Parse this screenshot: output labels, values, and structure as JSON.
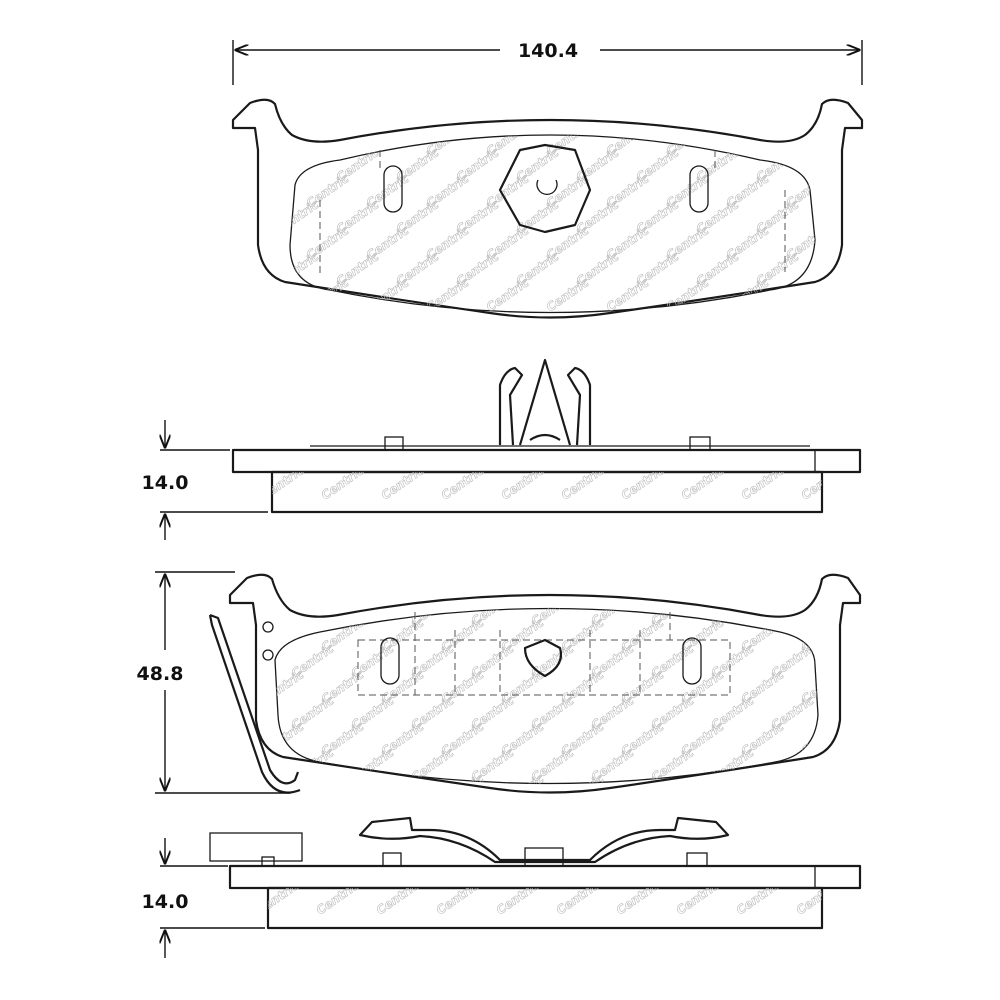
{
  "dimensions": {
    "width": "140.4",
    "thickness_top": "14.0",
    "height": "48.8",
    "thickness_bottom": "14.0"
  },
  "watermark": "Centric",
  "colors": {
    "line": "#1a1a1a",
    "watermark": "#bbbbbb",
    "background": "#ffffff"
  }
}
